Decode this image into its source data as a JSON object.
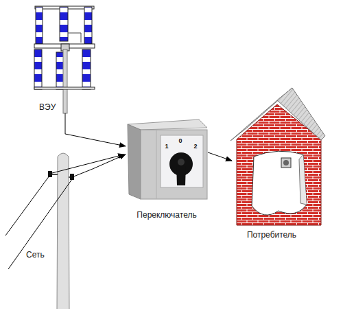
{
  "diagram": {
    "nodes": [
      {
        "text": [
          "ВЭУ"
        ]
      },
      {
        "text": [
          "Переключатель"
        ]
      },
      {
        "text": [
          "Потребитель"
        ]
      },
      {
        "text": [
          "Сеть"
        ]
      }
    ],
    "edges": [
      {
        "from": 0,
        "to": 1,
        "arrow": "to"
      },
      {
        "from": 3,
        "to": 1,
        "arrow": "to"
      },
      {
        "from": 1,
        "to": 2,
        "arrow": "to"
      }
    ],
    "labels": [
      "1",
      "0",
      "2"
    ]
  }
}
